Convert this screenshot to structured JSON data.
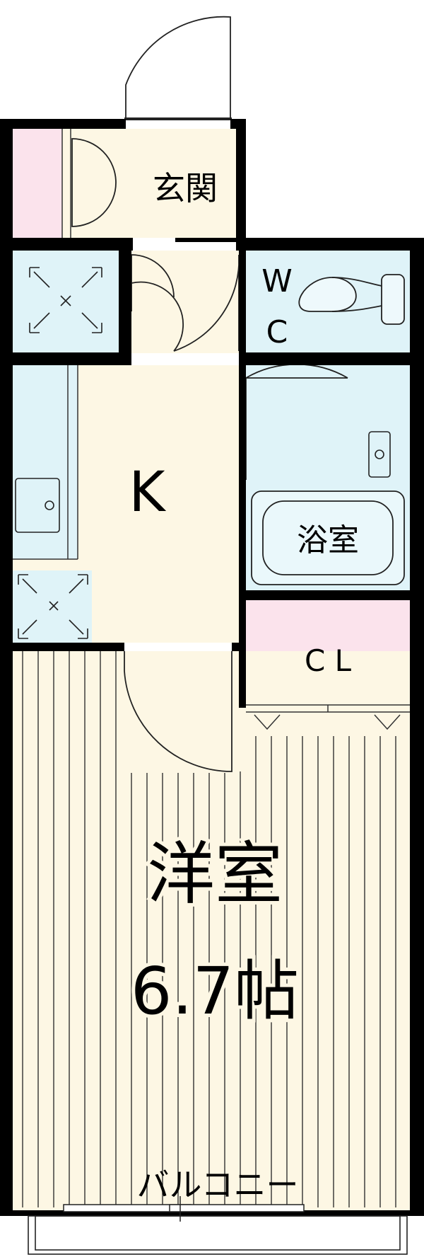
{
  "colors": {
    "wall": "#000000",
    "floor_cream": "#fdf7e4",
    "wet_blue": "#dff3f8",
    "closet_pink": "#fbe3ec",
    "line_gray": "#333333"
  },
  "rooms": {
    "entrance": {
      "label": "玄関"
    },
    "toilet": {
      "label_line1": "W",
      "label_line2": "C"
    },
    "kitchen": {
      "label": "K"
    },
    "bathroom": {
      "label": "浴室"
    },
    "closet": {
      "label": "C L"
    },
    "western_room": {
      "label": "洋室",
      "size": "6.7帖"
    },
    "balcony": {
      "label": "バルコニー"
    }
  },
  "icons": [
    "door-swing-icon",
    "washer-space-icon",
    "refrigerator-space-icon",
    "toilet-icon",
    "sink-icon",
    "bathtub-icon"
  ]
}
